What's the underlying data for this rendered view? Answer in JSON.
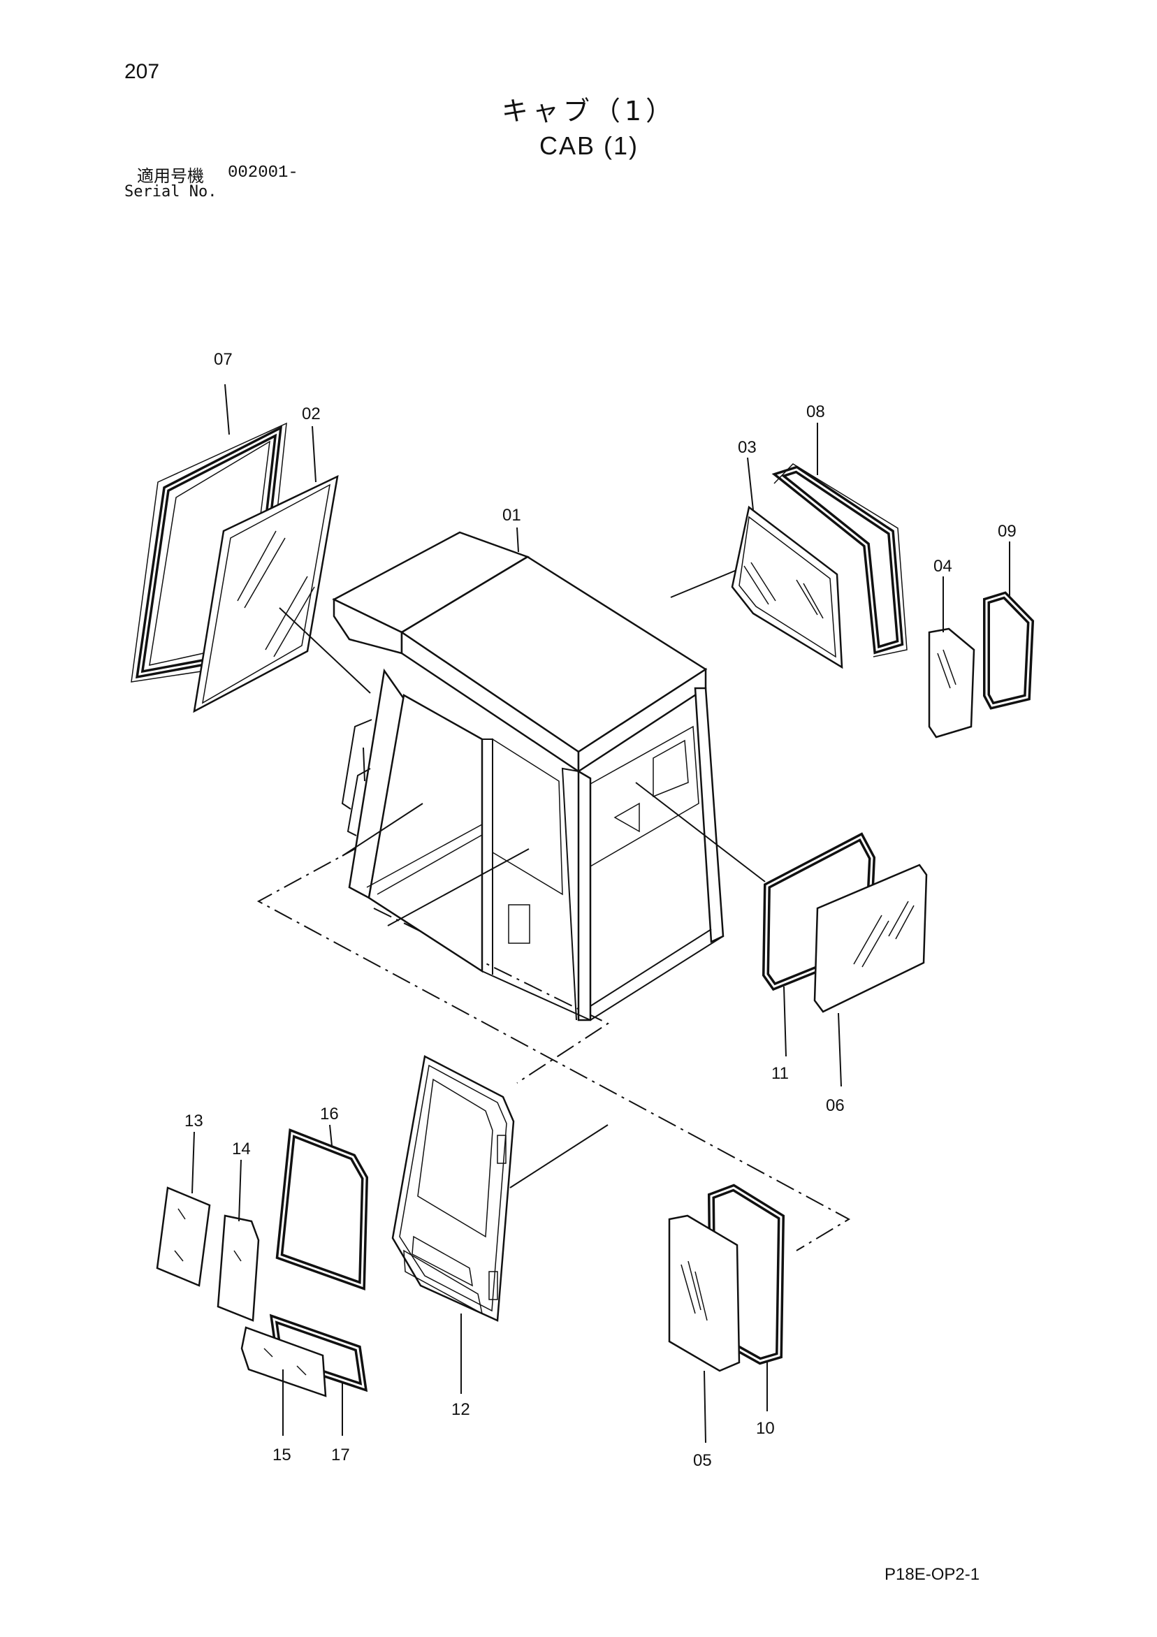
{
  "page": {
    "page_number": "207",
    "title_jp": "キャブ（1）",
    "title_en": "CAB (1)",
    "serial_label_jp": "適用号機",
    "serial_number": "002001-",
    "serial_label_en": "Serial No.",
    "drawing_code": "P18E-OP2-1"
  },
  "callouts": [
    "01",
    "02",
    "03",
    "04",
    "05",
    "06",
    "07",
    "08",
    "09",
    "10",
    "11",
    "12",
    "13",
    "14",
    "15",
    "16",
    "17"
  ]
}
